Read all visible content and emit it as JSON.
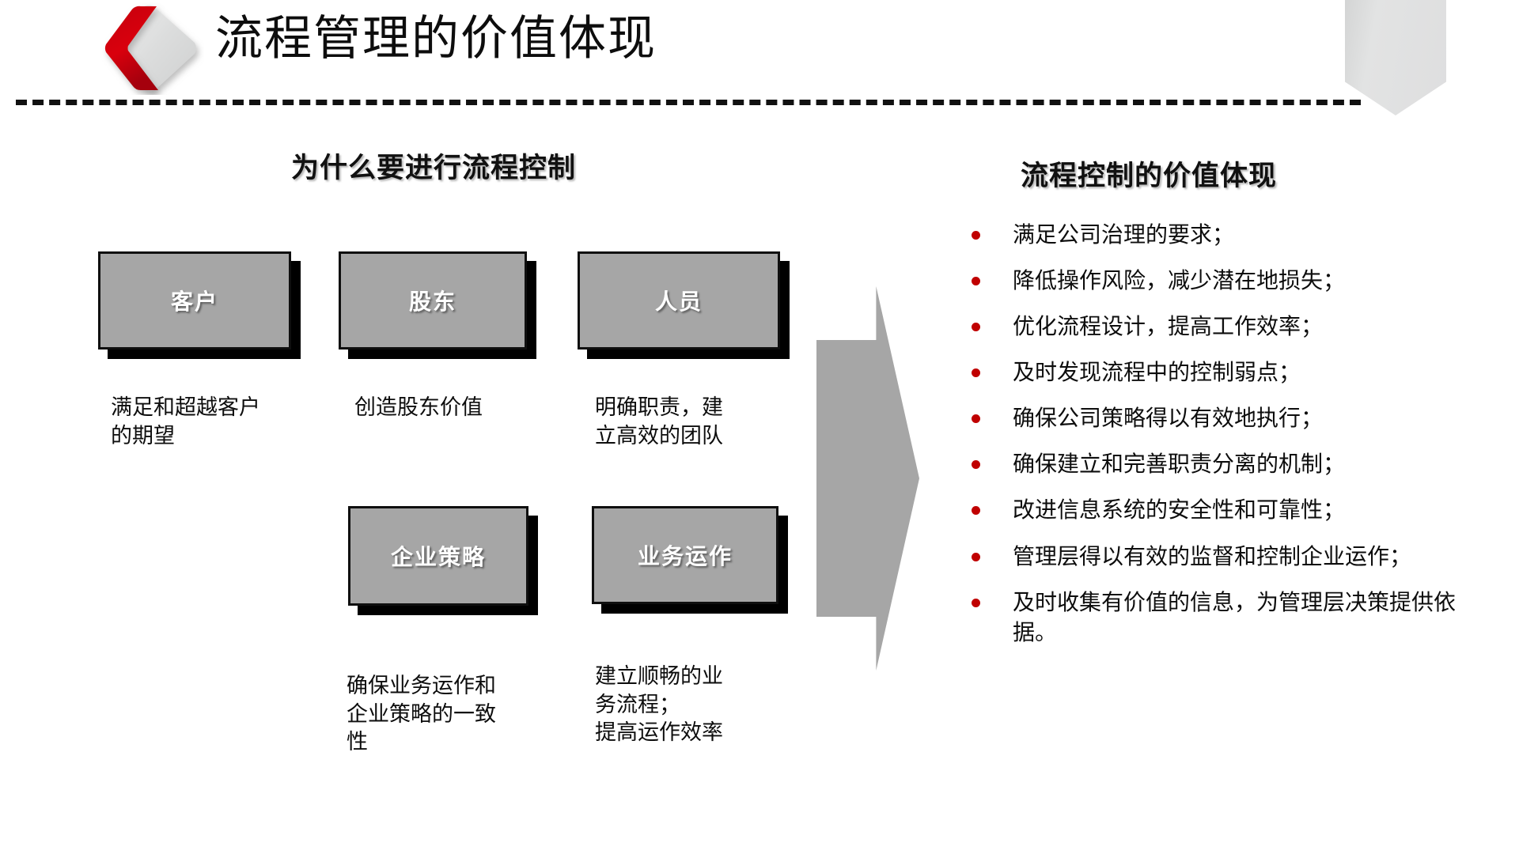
{
  "header": {
    "title": "流程管理的价值体现",
    "logo_icon": "red-chevron-diamond-logo",
    "ribbon_icon": "corner-pennant-ribbon",
    "divider_icon": "dashed-divider",
    "accent_color": "#c00000"
  },
  "left_section": {
    "heading": "为什么要进行流程控制",
    "boxes": [
      {
        "label": "客户",
        "caption": "满足和超越客户\n的期望"
      },
      {
        "label": "股东",
        "caption": "创造股东价值"
      },
      {
        "label": "人员",
        "caption": "明确职责，建\n立高效的团队"
      },
      {
        "label": "企业策略",
        "caption": "确保业务运作和\n企业策略的一致\n性"
      },
      {
        "label": "业务运作",
        "caption": "建立顺畅的业\n务流程；\n提高运作效率"
      }
    ],
    "box_fill_color": "#a6a6a6",
    "box_label_color": "#ffffff"
  },
  "arrow": {
    "icon": "right-block-arrow",
    "color": "#a6a6a6"
  },
  "right_section": {
    "heading": "流程控制的价值体现",
    "bullet_color": "#c00000",
    "items": [
      "满足公司治理的要求；",
      "降低操作风险，减少潜在地损失；",
      "优化流程设计，提高工作效率；",
      "及时发现流程中的控制弱点；",
      "确保公司策略得以有效地执行；",
      "确保建立和完善职责分离的机制；",
      "改进信息系统的安全性和可靠性；",
      "管理层得以有效的监督和控制企业运作；",
      "及时收集有价值的信息，为管理层决策提供依据。"
    ]
  }
}
